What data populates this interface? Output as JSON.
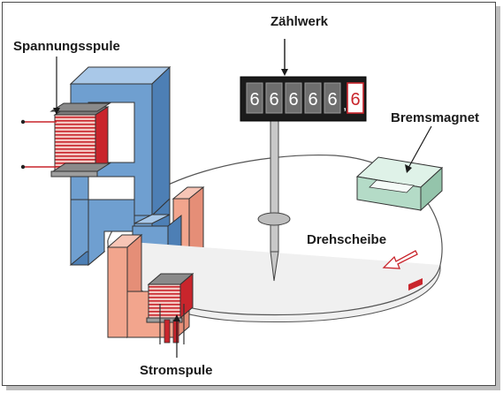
{
  "labels": {
    "voltage_coil": "Spannungsspule",
    "counter": "Zählwerk",
    "brake_magnet": "Bremsmagnet",
    "disc": "Drehscheibe",
    "current_coil": "Stromspule"
  },
  "counter_display": {
    "digits": [
      "6",
      "6",
      "6",
      "6",
      "6",
      "6"
    ],
    "separator": ","
  },
  "colors": {
    "core_blue": "#6f9fd0",
    "coil_red": "#c9252c",
    "pink_core": "#f2a58d",
    "brake_green": "#c5e6d6",
    "counter_bg": "#1b1b1b",
    "digit_white": "#ffffff",
    "digit_red": "#c9252c"
  }
}
